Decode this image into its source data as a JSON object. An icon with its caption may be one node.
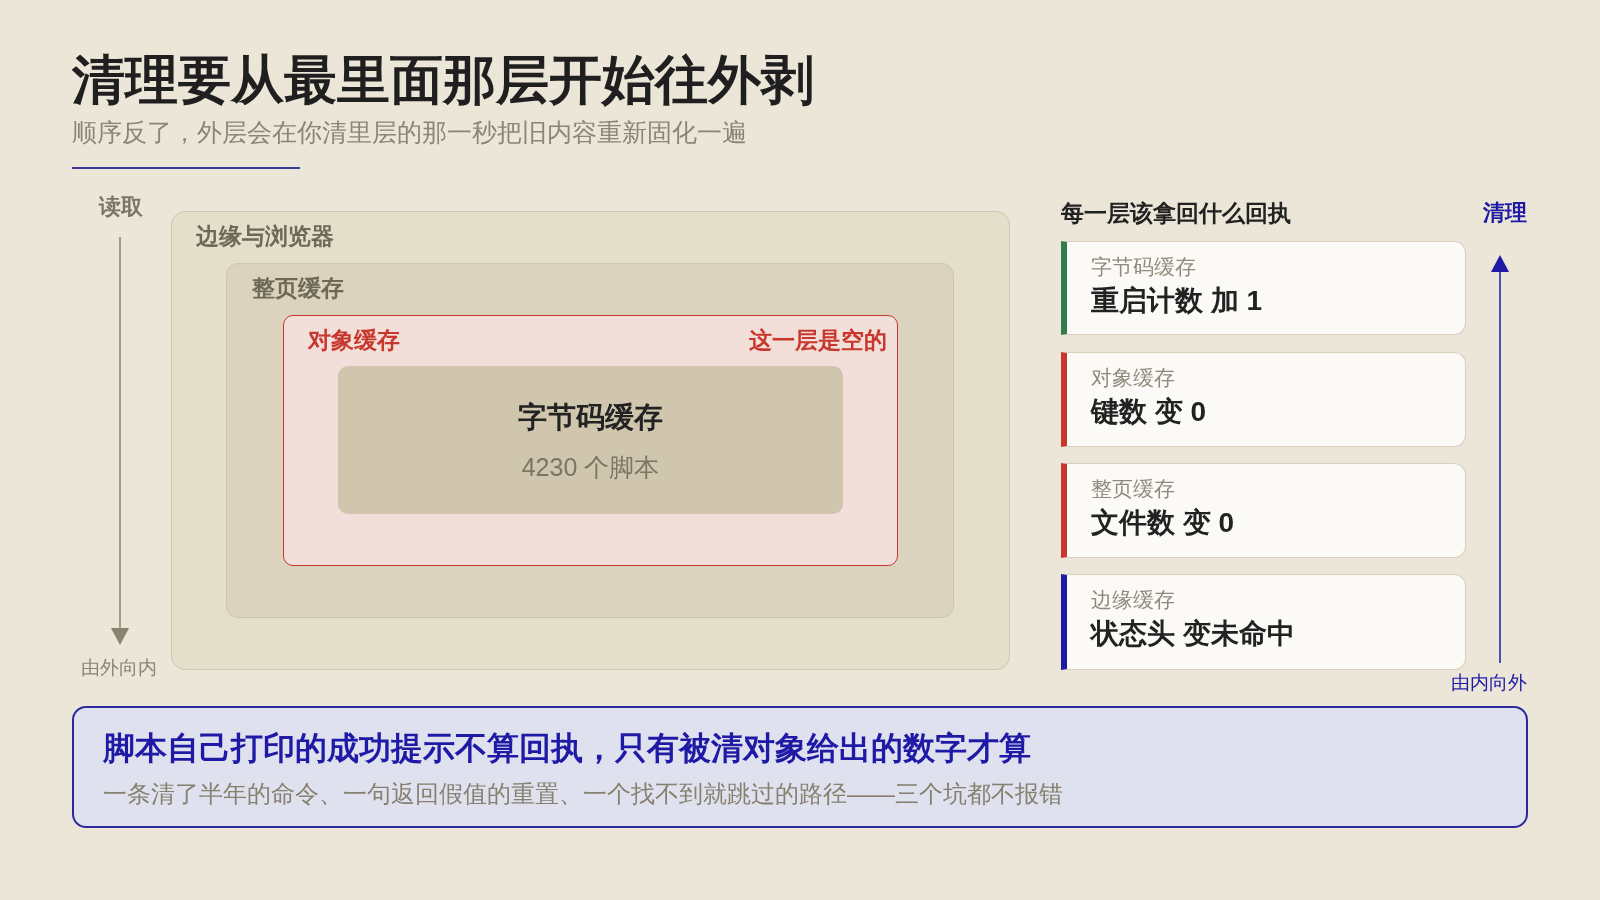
{
  "diagram": {
    "title": "清理要从最里面那层开始往外剥",
    "nodes": [
      {
        "text": [
          "边缘与浏览器"
        ]
      },
      {
        "text": [
          "整页缓存"
        ],
        "in": 0
      },
      {
        "text": [
          "对象缓存",
          "这一层是空的"
        ],
        "in": 1
      },
      {
        "text": [
          "字节码缓存",
          "4230 个脚本"
        ],
        "in": 2
      },
      {
        "text": [
          "字节码缓存",
          "重启计数 加 1"
        ]
      },
      {
        "text": [
          "对象缓存",
          "键数 变 0"
        ]
      },
      {
        "text": [
          "整页缓存",
          "文件数 变 0"
        ]
      },
      {
        "text": [
          "边缘缓存",
          "状态头 变未命中"
        ]
      },
      {
        "text": [
          "脚本自己打印的成功提示不算回执，只有被清对象给出的数字才算",
          "一条清了半年的命令、一句返回假值的重置、一个找不到就跳过的路径——三个坑都不报错"
        ]
      }
    ],
    "labels": [
      "顺序反了，外层会在你清里层的那一秒把旧内容重新固化一遍",
      "读取",
      "每一层该拿回什么回执",
      "清理",
      "由外向内",
      "由内向外"
    ]
  }
}
